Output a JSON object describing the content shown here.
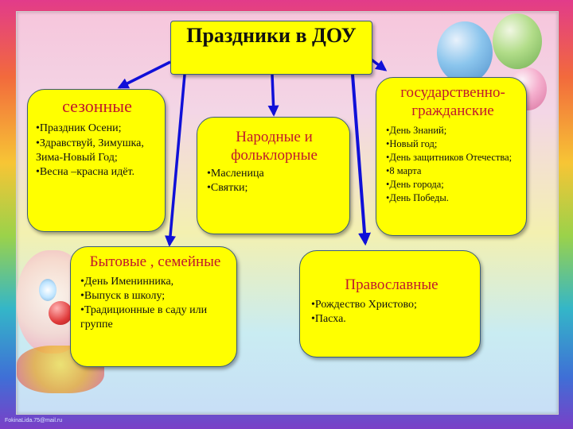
{
  "title": "Праздники в ДОУ",
  "categories": {
    "seasonal": {
      "heading": "сезонные",
      "items": [
        "Праздник Осени;",
        "Здравствуй, Зимушка, Зима-Новый Год;",
        "Весна –красна идёт."
      ]
    },
    "folk": {
      "heading": "Народные и фольклорные",
      "items": [
        "Масленица",
        "Святки;"
      ]
    },
    "civic": {
      "heading": "государственно-гражданские",
      "items": [
        "День Знаний;",
        "Новый год;",
        "День защитников Отечества;",
        "8 марта",
        "День города;",
        "День Победы."
      ]
    },
    "family": {
      "heading": "Бытовые , семейные",
      "items": [
        "День  Именинника,",
        "Выпуск в школу;",
        "Традиционные в саду или группе"
      ]
    },
    "orthodox": {
      "heading": "Православные",
      "items": [
        "Рождество Христово;",
        "Пасха."
      ]
    }
  },
  "footer": "FokinaLida.75@mail.ru",
  "colors": {
    "box_fill": "#ffff00",
    "heading_text": "#c0192c",
    "arrow": "#1010d8"
  }
}
